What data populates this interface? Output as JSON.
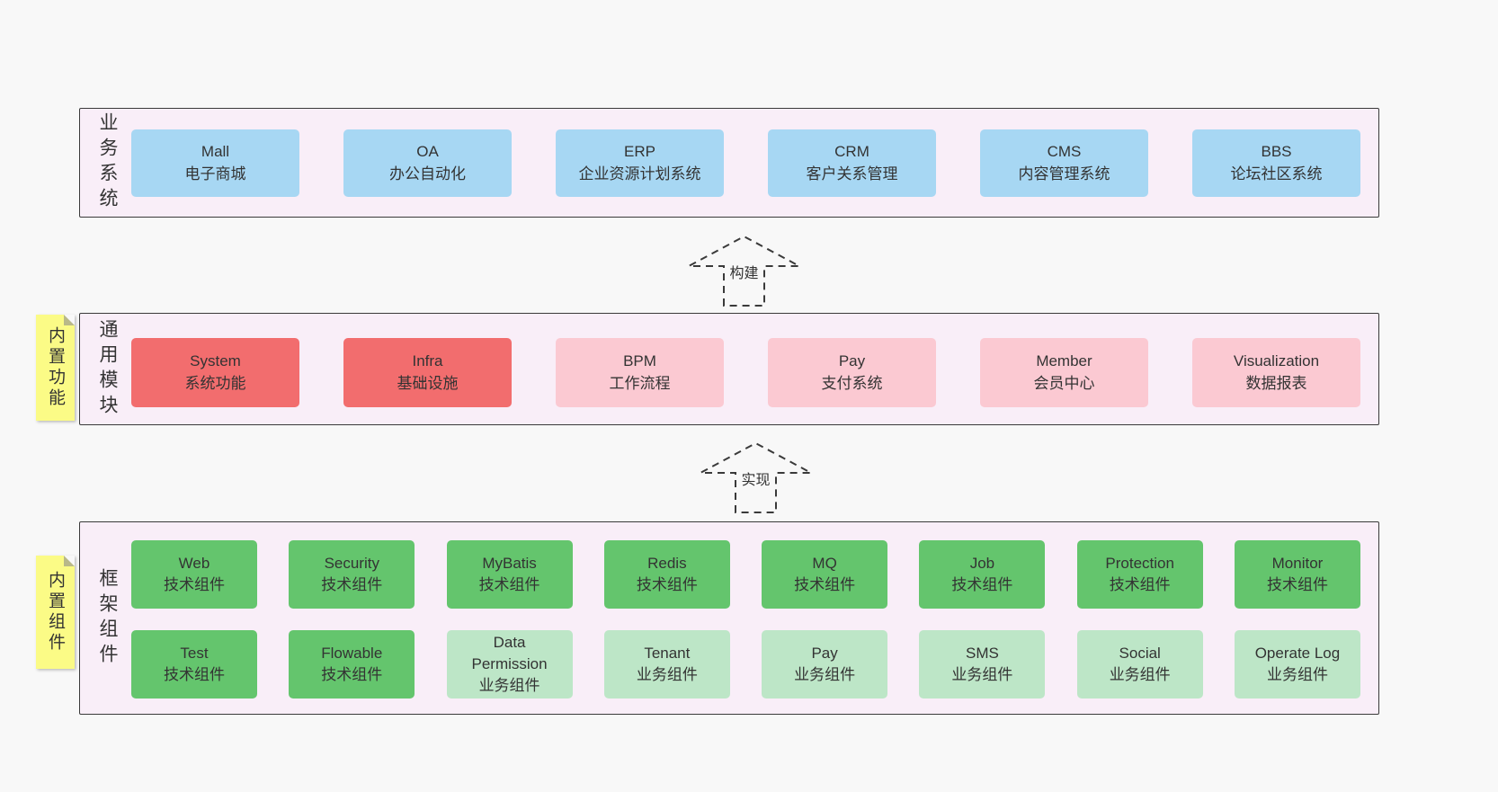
{
  "colors": {
    "page_bg": "#f8f8f8",
    "panel_bg": "#f9eef8",
    "panel_border": "#3a3a3a",
    "blue_box": "#a7d7f3",
    "red_box": "#f26d6e",
    "pink_box": "#fbc9d2",
    "green_dark_box": "#64c56d",
    "green_light_box": "#bde6c7",
    "sticky_yellow": "#fbfb86"
  },
  "layers": {
    "business": {
      "side_label": "业务系统",
      "items": [
        {
          "title": "Mall",
          "subtitle": "电子商城"
        },
        {
          "title": "OA",
          "subtitle": "办公自动化"
        },
        {
          "title": "ERP",
          "subtitle": "企业资源计划系统"
        },
        {
          "title": "CRM",
          "subtitle": "客户关系管理"
        },
        {
          "title": "CMS",
          "subtitle": "内容管理系统"
        },
        {
          "title": "BBS",
          "subtitle": "论坛社区系统"
        }
      ]
    },
    "modules": {
      "side_label": "通用模块",
      "sticky_note": "内置功能",
      "items": [
        {
          "title": "System",
          "subtitle": "系统功能",
          "variant": "red"
        },
        {
          "title": "Infra",
          "subtitle": "基础设施",
          "variant": "red"
        },
        {
          "title": "BPM",
          "subtitle": "工作流程",
          "variant": "pink"
        },
        {
          "title": "Pay",
          "subtitle": "支付系统",
          "variant": "pink"
        },
        {
          "title": "Member",
          "subtitle": "会员中心",
          "variant": "pink"
        },
        {
          "title": "Visualization",
          "subtitle": "数据报表",
          "variant": "pink"
        }
      ]
    },
    "framework": {
      "side_label": "框架组件",
      "sticky_note": "内置组件",
      "row1": [
        {
          "title": "Web",
          "subtitle": "技术组件",
          "variant": "green-dark"
        },
        {
          "title": "Security",
          "subtitle": "技术组件",
          "variant": "green-dark"
        },
        {
          "title": "MyBatis",
          "subtitle": "技术组件",
          "variant": "green-dark"
        },
        {
          "title": "Redis",
          "subtitle": "技术组件",
          "variant": "green-dark"
        },
        {
          "title": "MQ",
          "subtitle": "技术组件",
          "variant": "green-dark"
        },
        {
          "title": "Job",
          "subtitle": "技术组件",
          "variant": "green-dark"
        },
        {
          "title": "Protection",
          "subtitle": "技术组件",
          "variant": "green-dark"
        },
        {
          "title": "Monitor",
          "subtitle": "技术组件",
          "variant": "green-dark"
        }
      ],
      "row2": [
        {
          "title": "Test",
          "subtitle": "技术组件",
          "variant": "green-dark"
        },
        {
          "title": "Flowable",
          "subtitle": "技术组件",
          "variant": "green-dark"
        },
        {
          "title": "Data Permission",
          "subtitle": "业务组件",
          "variant": "green-light"
        },
        {
          "title": "Tenant",
          "subtitle": "业务组件",
          "variant": "green-light"
        },
        {
          "title": "Pay",
          "subtitle": "业务组件",
          "variant": "green-light"
        },
        {
          "title": "SMS",
          "subtitle": "业务组件",
          "variant": "green-light"
        },
        {
          "title": "Social",
          "subtitle": "业务组件",
          "variant": "green-light"
        },
        {
          "title": "Operate Log",
          "subtitle": "业务组件",
          "variant": "green-light"
        }
      ]
    }
  },
  "arrows": {
    "build": {
      "label": "构建"
    },
    "implement": {
      "label": "实现"
    }
  }
}
